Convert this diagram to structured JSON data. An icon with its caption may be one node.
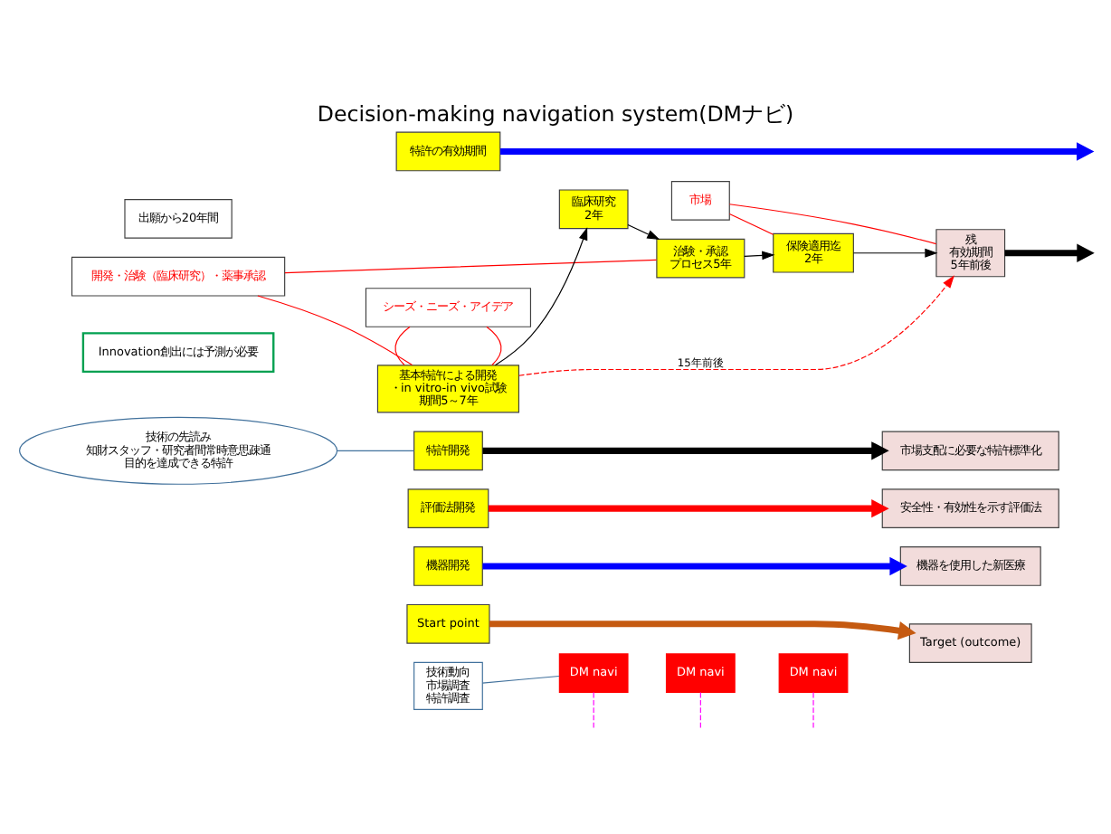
{
  "diagram": {
    "title": "Decision-making navigation system(DMナビ)",
    "nodes": [
      {
        "text": [
          "Start point"
        ]
      },
      {
        "text": [
          "DM navi"
        ]
      },
      {
        "text": [
          "DM navi"
        ]
      },
      {
        "text": [
          "DM navi"
        ]
      },
      {
        "text": [
          "Target (outcome)"
        ]
      },
      {
        "text": [
          "機器開発"
        ]
      },
      {
        "text": [
          "機器を使用した新医療"
        ]
      },
      {
        "text": [
          "評価法開発"
        ]
      },
      {
        "text": [
          "安全性・有効性を示す評価法"
        ]
      },
      {
        "text": [
          "特許開発"
        ]
      },
      {
        "text": [
          "市場支配に必要な特許標準化"
        ]
      },
      {
        "text": [
          "技術動向",
          "市場調査",
          "特許調査"
        ]
      },
      {
        "text": [
          "技術の先読み",
          "知財スタッフ・研究者間常時意思疎通",
          "目的を達成できる特許"
        ]
      },
      {
        "text": [
          "Innovation創出には予測が必要"
        ]
      },
      {
        "text": [
          "シーズ・ニーズ・アイデア"
        ]
      },
      {
        "text": [
          "開発・治験（臨床研究）・薬事承認"
        ]
      },
      {
        "text": [
          "市場"
        ]
      },
      {
        "text": [
          "基本特許による開発",
          "・in vitro-in vivo試験",
          "期間5～7年"
        ]
      },
      {
        "text": [
          "臨床研究",
          "2年"
        ]
      },
      {
        "text": [
          "治験・承認",
          "プロセス5年"
        ]
      },
      {
        "text": [
          "保険適用迄",
          "2年"
        ]
      },
      {
        "text": [
          "残",
          "有効期間",
          "5年前後"
        ]
      },
      {
        "text": [
          "特許の有効期間"
        ]
      },
      {
        "text": [
          "出願から20年間"
        ]
      }
    ],
    "edges": [
      {
        "from": 0,
        "to": 4,
        "arrow": "to",
        "style": "thick",
        "color": "#c55a11"
      },
      {
        "from": 5,
        "to": 6,
        "arrow": "to",
        "style": "thick",
        "color": "#0000ff"
      },
      {
        "from": 7,
        "to": 8,
        "arrow": "to",
        "style": "thick",
        "color": "#ff0000"
      },
      {
        "from": 9,
        "to": 10,
        "arrow": "to",
        "style": "thick",
        "color": "#000000"
      },
      {
        "from": 1,
        "to": null,
        "arrow": "none",
        "style": "dashed",
        "color": "#ff00ff"
      },
      {
        "from": 2,
        "to": null,
        "arrow": "none",
        "style": "dashed",
        "color": "#ff00ff"
      },
      {
        "from": 3,
        "to": null,
        "arrow": "none",
        "style": "dashed",
        "color": "#ff00ff"
      },
      {
        "from": 11,
        "to": 1,
        "arrow": "none",
        "color": "#41719c"
      },
      {
        "from": 12,
        "to": 9,
        "arrow": "none",
        "color": "#41719c"
      },
      {
        "from": 14,
        "to": 17,
        "arrow": "none",
        "color": "#ff0000"
      },
      {
        "from": 14,
        "to": 17,
        "arrow": "none",
        "color": "#ff0000"
      },
      {
        "from": 15,
        "to": 17,
        "arrow": "none",
        "color": "#ff0000"
      },
      {
        "from": 15,
        "to": 19,
        "arrow": "none",
        "color": "#ff0000"
      },
      {
        "from": 16,
        "to": 20,
        "arrow": "none",
        "color": "#ff0000"
      },
      {
        "from": 16,
        "to": 21,
        "arrow": "none",
        "color": "#ff0000"
      },
      {
        "from": 17,
        "to": 18,
        "arrow": "to",
        "color": "#000000"
      },
      {
        "from": 18,
        "to": 19,
        "arrow": "to",
        "color": "#000000"
      },
      {
        "from": 19,
        "to": 20,
        "arrow": "to",
        "color": "#000000"
      },
      {
        "from": 20,
        "to": 21,
        "arrow": "to",
        "color": "#000000"
      },
      {
        "from": 17,
        "to": 21,
        "arrow": "to",
        "label": "15年前後",
        "style": "dashed",
        "color": "#ff0000"
      },
      {
        "from": 21,
        "to": null,
        "arrow": "to",
        "style": "thick",
        "color": "#000000"
      },
      {
        "from": 22,
        "to": null,
        "arrow": "to",
        "style": "thick",
        "color": "#0000ff"
      }
    ]
  }
}
